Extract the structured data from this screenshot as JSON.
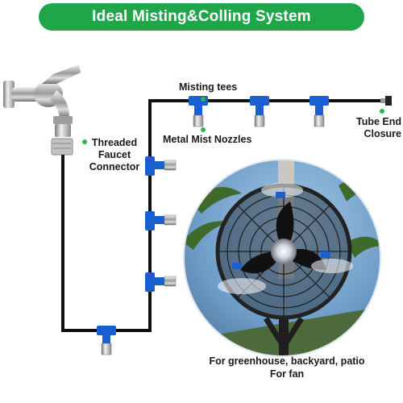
{
  "title": "Ideal Misting&Colling System",
  "labels": {
    "misting_tees": "Misting tees",
    "metal_nozzles": "Metal Mist Nozzles",
    "tube_end_line1": "Tube End",
    "tube_end_line2": "Closure",
    "connector_line1": "Threaded",
    "connector_line2": "Faucet",
    "connector_line3": "Connector"
  },
  "caption": {
    "line1": "For greenhouse, backyard, patio",
    "line2": "For fan"
  },
  "colors": {
    "banner": "#1fa64a",
    "tube": "#111111",
    "fitting": "#1a5fd1",
    "pointer_dot": "#2cb84e"
  },
  "icons": [
    "faucet-icon",
    "mist-nozzle-icon",
    "tee-fitting-icon",
    "fan-photo",
    "palm-tree-icon"
  ]
}
